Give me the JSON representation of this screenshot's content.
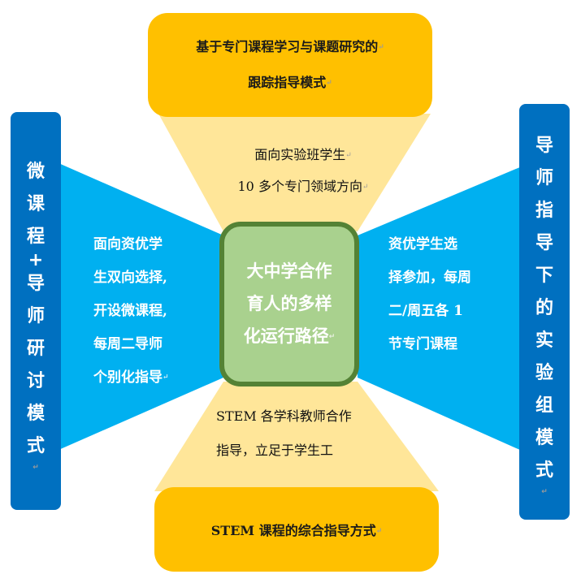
{
  "top_box": {
    "line1": "基于专门课程学习与课题研究的",
    "line2": "跟踪指导模式"
  },
  "bottom_box": {
    "label": "STEM 课程的综合指导方式"
  },
  "left_box": {
    "chars": [
      "微",
      "课",
      "程",
      "+",
      "导",
      "师",
      "研",
      "讨",
      "模",
      "式"
    ]
  },
  "right_box": {
    "chars": [
      "导",
      "师",
      "指",
      "导",
      "下",
      "的",
      "实",
      "验",
      "组",
      "模",
      "式"
    ]
  },
  "center_box": {
    "line1": "大中学合作",
    "line2": "育人的多样",
    "line3": "化运行路径"
  },
  "top_fan": {
    "line1": "面向实验班学生",
    "line2": "10 多个专门领域方向"
  },
  "bottom_fan": {
    "line1": "STEM 各学科教师合作",
    "line2": "指导，立足于学生工"
  },
  "left_fan": {
    "lines": [
      "面向资优学",
      "生双向选择,",
      "开设微课程,",
      "每周二导师",
      "个别化指导"
    ]
  },
  "right_fan": {
    "lines": [
      "资优学生选",
      "择参加，每周",
      "二/周五各 1",
      "节专门课程"
    ]
  },
  "colors": {
    "orange": "#ffc000",
    "blue": "#0070c0",
    "fan_blue": "#00b0f0",
    "fan_yellow": "#ffe699",
    "green_fill": "#a9d18e",
    "green_border": "#548235"
  }
}
